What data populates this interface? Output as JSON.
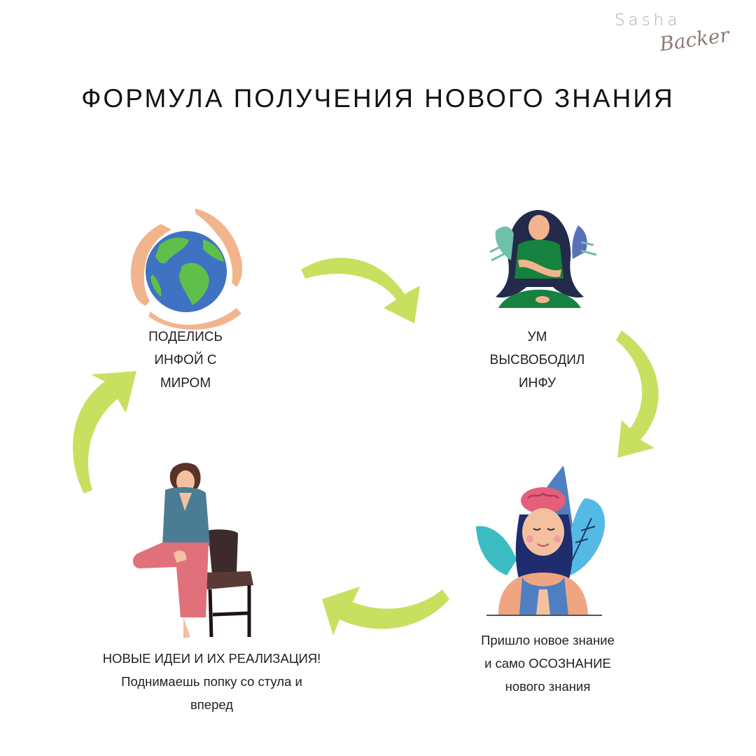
{
  "brand": {
    "name_top": "Sasha",
    "name_script": "Backer"
  },
  "title": "ФОРМУЛА ПОЛУЧЕНИЯ НОВОГО ЗНАНИЯ",
  "steps": [
    {
      "lines": [
        "ПОДЕЛИСЬ",
        "ИНФОЙ С",
        "МИРОМ"
      ],
      "icon": "globe-in-hands-icon"
    },
    {
      "lines": [
        "УМ",
        "ВЫСВОБОДИЛ",
        "ИНФУ"
      ],
      "icon": "meditating-woman-icon"
    },
    {
      "lines": [
        "Пришло новое знание",
        "и само ОСОЗНАНИЕ",
        "нового знания"
      ],
      "icon": "woman-with-brain-icon"
    },
    {
      "lines": [
        "НОВЫЕ ИДЕИ И ИХ РЕАЛИЗАЦИЯ!",
        "Поднимаешь попку со стула и",
        "вперед"
      ],
      "icon": "woman-by-chair-icon"
    }
  ],
  "colors": {
    "arrow": "#c8e060",
    "green": "#16823f",
    "navy": "#232a4b",
    "skin": "#f3b08e",
    "blue": "#4f7fc0"
  }
}
